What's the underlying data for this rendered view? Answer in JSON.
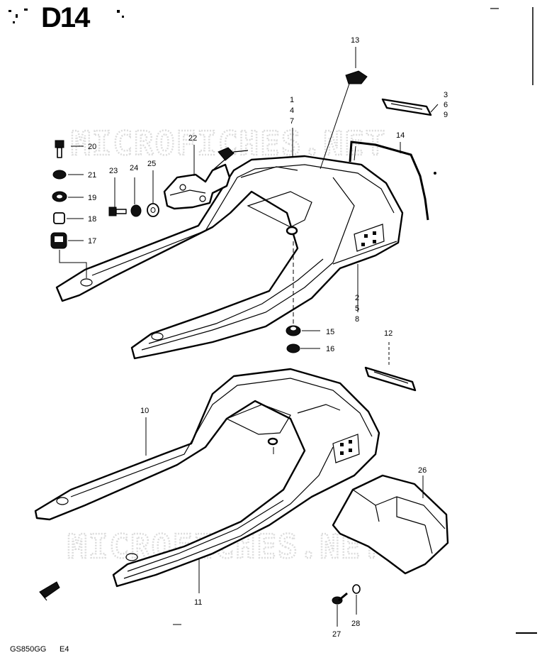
{
  "page": {
    "section_code": "D14",
    "model_code": "GS850GG",
    "region_code": "E4"
  },
  "watermark": {
    "text": "MICROFICHES.NET"
  },
  "callouts": {
    "c1": "1",
    "c4": "4",
    "c7": "7",
    "c2": "2",
    "c5": "5",
    "c8": "8",
    "c3": "3",
    "c6": "6",
    "c9": "9",
    "c10": "10",
    "c11": "11",
    "c12": "12",
    "c13": "13",
    "c14": "14",
    "c15": "15",
    "c16": "16",
    "c17": "17",
    "c18": "18",
    "c19": "19",
    "c20": "20",
    "c21": "21",
    "c22": "22",
    "c23": "23",
    "c24": "24",
    "c25": "25",
    "c26": "26",
    "c27": "27",
    "c28": "28"
  }
}
